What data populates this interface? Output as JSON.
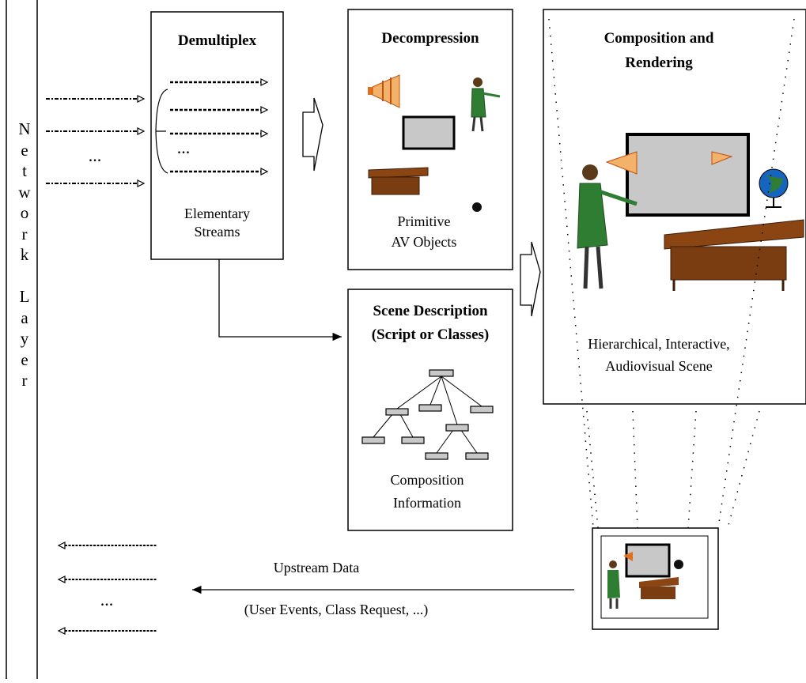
{
  "network_layer": {
    "label": "Network Layer"
  },
  "demultiplex": {
    "title": "Demultiplex",
    "dots": "...",
    "caption_line1": "Elementary",
    "caption_line2": "Streams"
  },
  "incoming": {
    "dots": "..."
  },
  "decompression": {
    "title": "Decompression",
    "caption_line1": "Primitive",
    "caption_line2": "AV Objects"
  },
  "scene_description": {
    "title_line1": "Scene Description",
    "title_line2": "(Script or Classes)",
    "caption_line1": "Composition",
    "caption_line2": "Information"
  },
  "composition": {
    "title_line1": "Composition and",
    "title_line2": "Rendering",
    "caption_line1": "Hierarchical, Interactive,",
    "caption_line2": "Audiovisual Scene"
  },
  "upstream": {
    "label": "Upstream Data",
    "detail": "(User Events, Class Request, ...)",
    "dots": "..."
  },
  "colors": {
    "line": "#000000",
    "screen": "#c8c8c8",
    "desk": "#8b4513",
    "figure": "#2e7d32",
    "speaker": "#e07020",
    "globe": "#1565c0"
  }
}
